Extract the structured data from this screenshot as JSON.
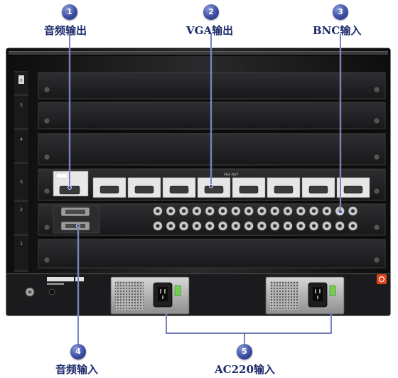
{
  "callouts": [
    {
      "num": "1",
      "label": "音频输出"
    },
    {
      "num": "2",
      "label": "VGA输出"
    },
    {
      "num": "3",
      "label": "BNC输入"
    },
    {
      "num": "4",
      "label": "音频输入"
    },
    {
      "num": "5",
      "label": "AC220输入"
    }
  ],
  "chassis": {
    "vga_out_text": "VGA OUT",
    "slot_numbers": [
      "6",
      "5",
      "4",
      "3",
      "2",
      "1"
    ]
  },
  "colors": {
    "callout_blue": "#3c4ea3",
    "callout_text": "#1d2b6b",
    "chassis_dark": "#1b1b1d",
    "power_orange": "#e0431e"
  }
}
